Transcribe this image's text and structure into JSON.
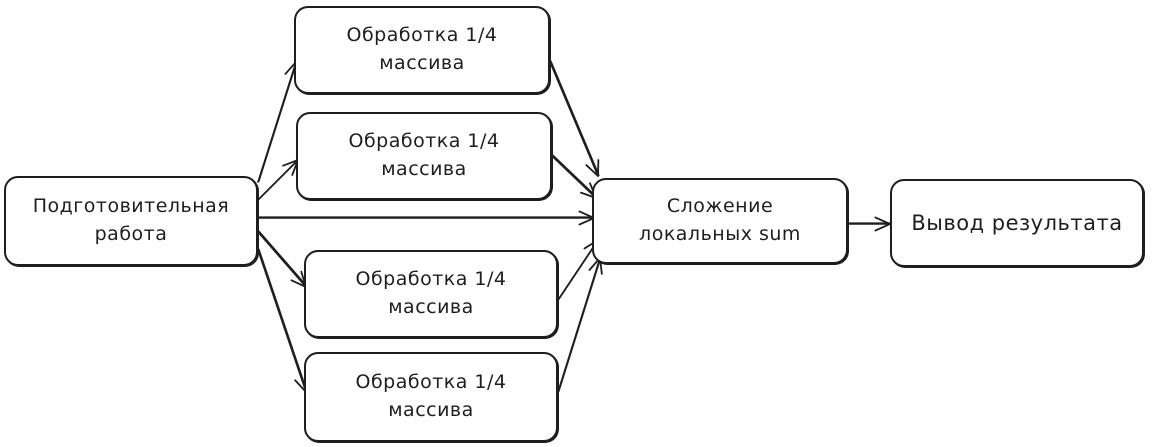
{
  "diagram": {
    "nodes": {
      "prep": "Подготовительная\nработа",
      "part1": "Обработка 1/4\nмассива",
      "part2": "Обработка 1/4\nмассива",
      "part3": "Обработка 1/4\nмассива",
      "part4": "Обработка 1/4\nмассива",
      "sum": "Сложение\nлокальных sum",
      "output": "Вывод результата"
    },
    "edges": [
      {
        "from": "prep",
        "to": "part1"
      },
      {
        "from": "prep",
        "to": "part2"
      },
      {
        "from": "prep",
        "to": "sum"
      },
      {
        "from": "prep",
        "to": "part3"
      },
      {
        "from": "prep",
        "to": "part4"
      },
      {
        "from": "part1",
        "to": "sum"
      },
      {
        "from": "part2",
        "to": "sum"
      },
      {
        "from": "part3",
        "to": "sum"
      },
      {
        "from": "part4",
        "to": "sum"
      },
      {
        "from": "sum",
        "to": "output"
      }
    ],
    "stroke_color": "#1e1e1e",
    "background_color": "#ffffff"
  }
}
